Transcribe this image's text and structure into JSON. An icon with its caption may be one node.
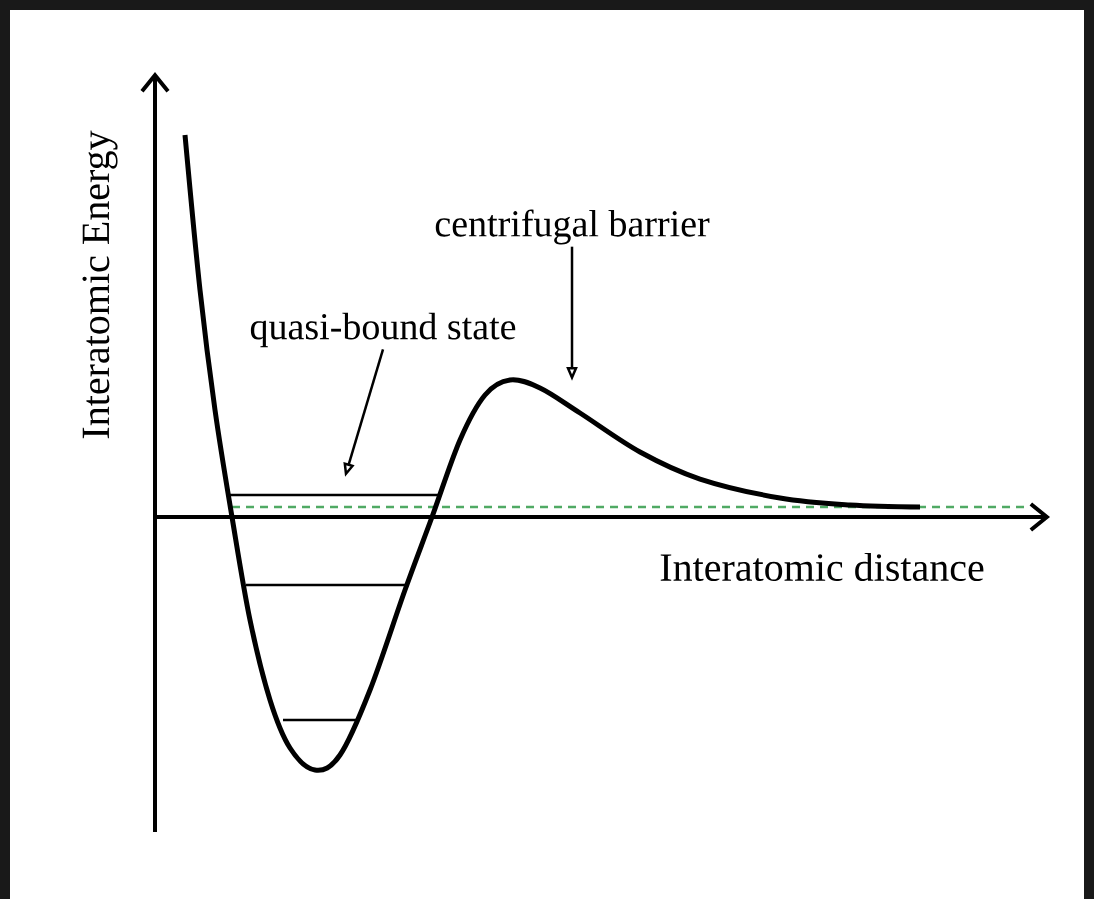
{
  "diagram": {
    "nodes": [
      {
        "text": [
          "centrifugal barrier"
        ]
      },
      {
        "text": [
          "quasi-bound state"
        ]
      }
    ],
    "edges": [
      {
        "from": 0,
        "to": null,
        "arrow": "to"
      },
      {
        "from": 1,
        "to": null,
        "arrow": "to"
      }
    ],
    "labels": [
      "Interatomic Energy",
      "Interatomic distance"
    ]
  }
}
